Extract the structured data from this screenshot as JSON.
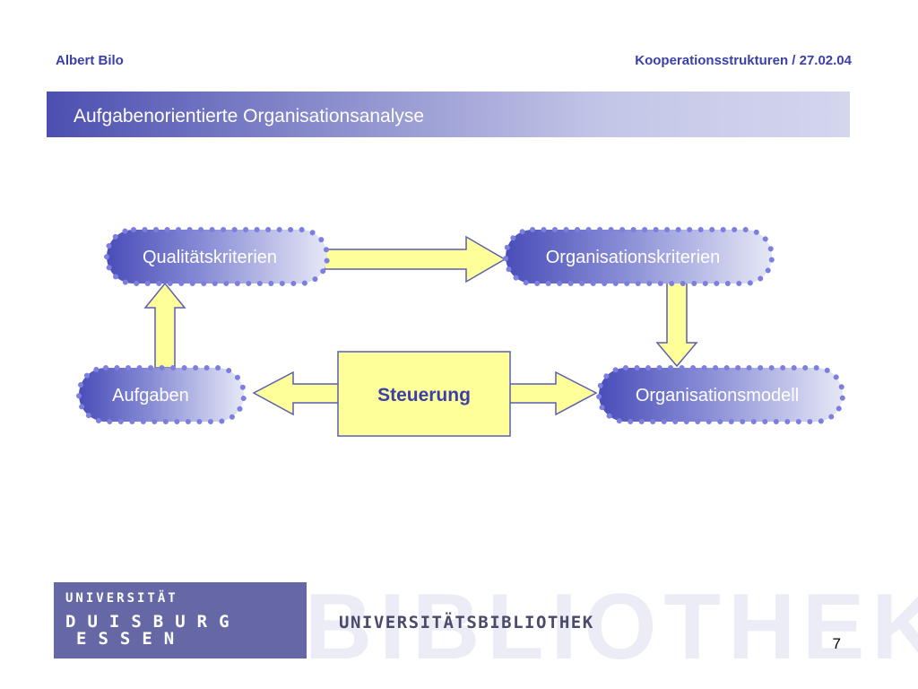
{
  "header": {
    "author": "Albert Bilo",
    "right": "Kooperationsstrukturen / 27.02.04"
  },
  "title": "Aufgabenorientierte Organisationsanalyse",
  "diagram": {
    "nodes": {
      "qualitaetskriterien": "Qualitätskriterien",
      "organisationskriterien": "Organisationskriterien",
      "aufgaben": "Aufgaben",
      "organisationsmodell": "Organisationsmodell",
      "steuerung": "Steuerung"
    }
  },
  "footer": {
    "logo_line1": "UNIVERSITÄT",
    "logo_line2": "DUISBURG",
    "logo_line3": "ESSEN",
    "watermark": "BIBLIOTHEK",
    "library_name": "UNIVERSITÄTSBIBLIOTHEK",
    "page_number": "7"
  },
  "colors": {
    "node_dark": "#4a4db8",
    "node_light": "#e6e8f6",
    "node_dots": "#7a7fe0",
    "arrow_fill": "#ffff99",
    "arrow_stroke": "#5a5fb0",
    "accent_text": "#3b3fa8"
  }
}
